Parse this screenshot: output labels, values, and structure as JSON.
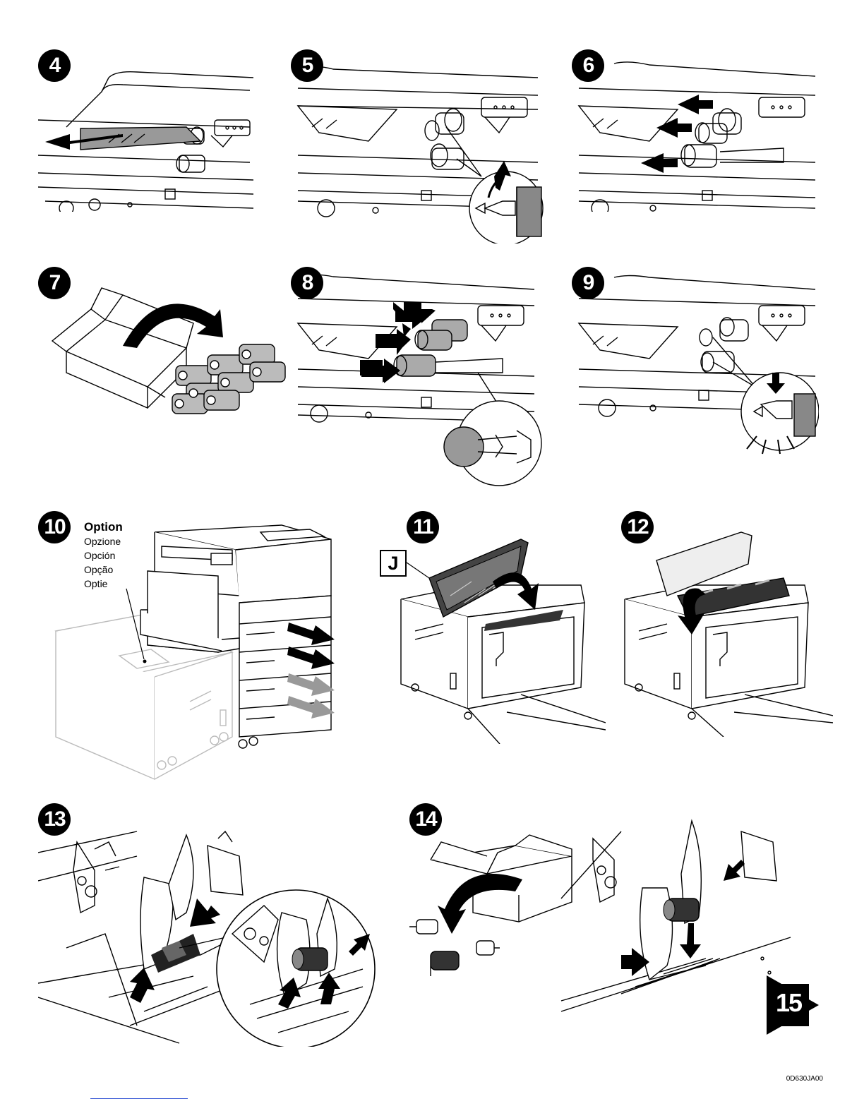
{
  "steps": [
    {
      "number": "4"
    },
    {
      "number": "5"
    },
    {
      "number": "6"
    },
    {
      "number": "7"
    },
    {
      "number": "8"
    },
    {
      "number": "9"
    },
    {
      "number": "10"
    },
    {
      "number": "11"
    },
    {
      "number": "12"
    },
    {
      "number": "13"
    },
    {
      "number": "14"
    }
  ],
  "option_label": {
    "title": "Option",
    "translations": [
      "Opzione",
      "Opción",
      "Opção",
      "Optie"
    ]
  },
  "callout_letter": "J",
  "next_step": "15",
  "document_code": "0D630JA00"
}
